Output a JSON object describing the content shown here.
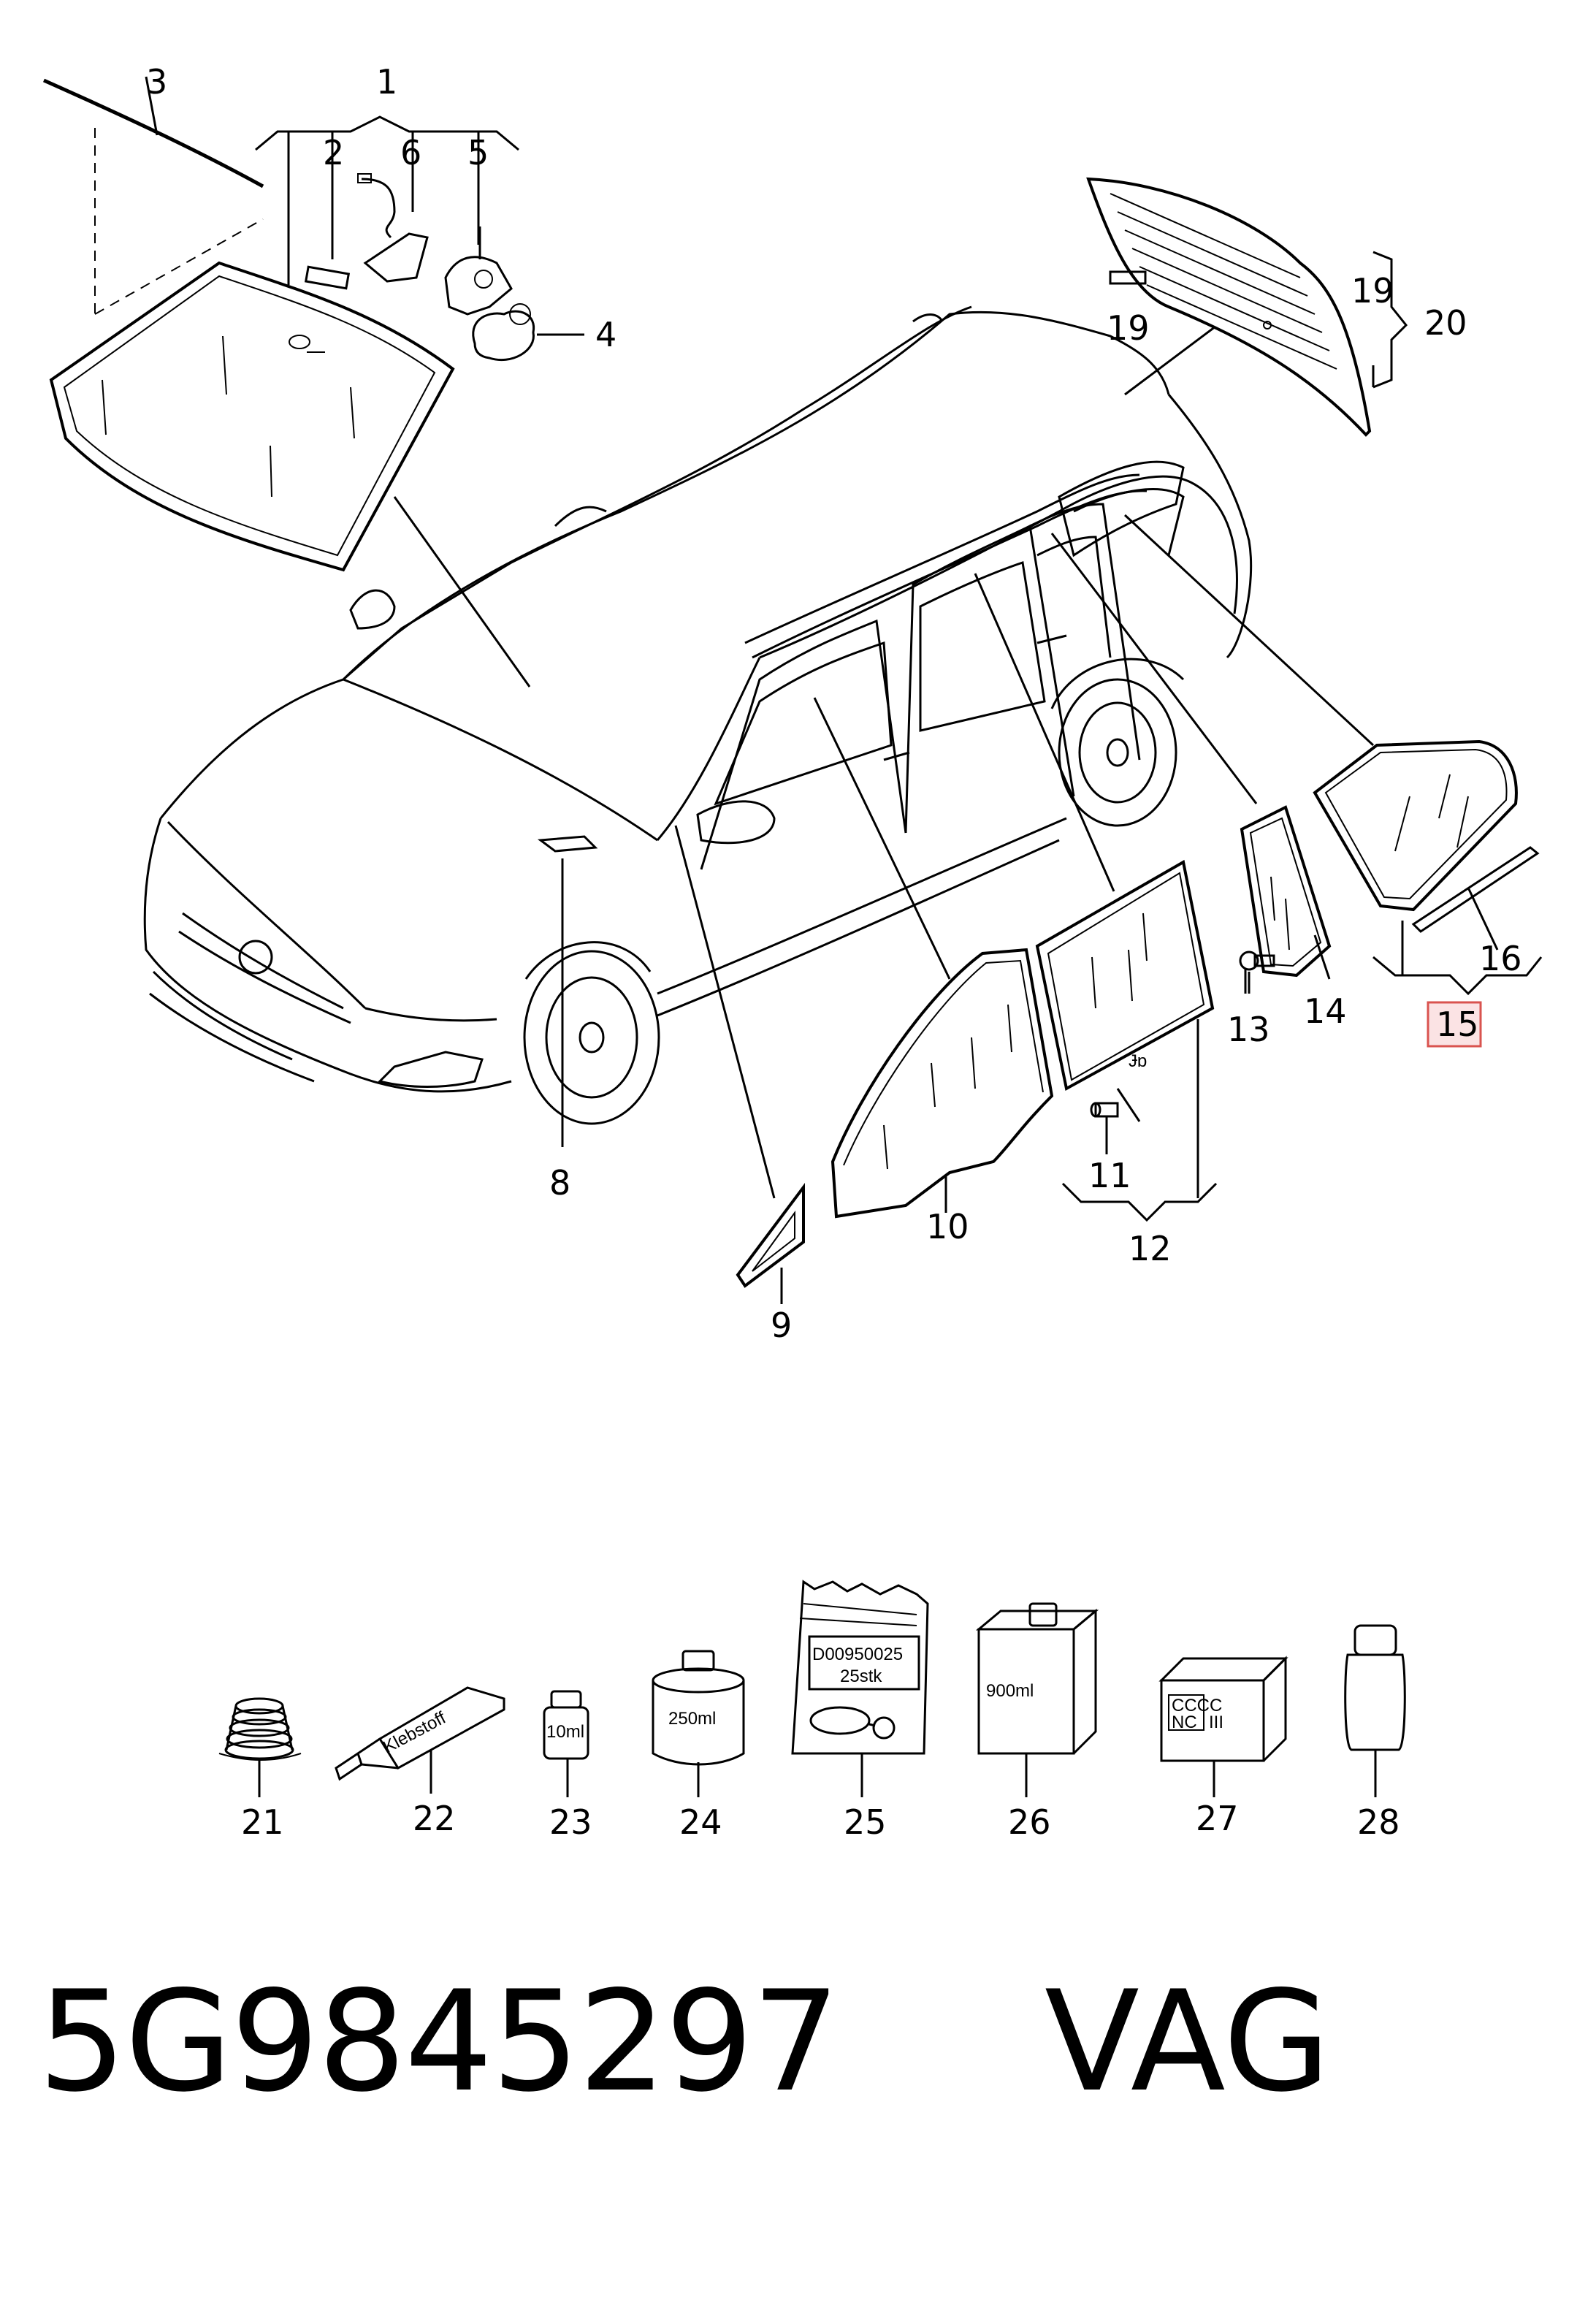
{
  "callouts": {
    "c1": "1",
    "c2": "2",
    "c3": "3",
    "c4": "4",
    "c5": "5",
    "c6": "6",
    "c7": "8",
    "c9": "9",
    "c10": "10",
    "c11": "11",
    "c12": "12",
    "c13": "13",
    "c14": "14",
    "c15": "15",
    "c16": "16",
    "c19a": "19",
    "c19b": "19",
    "c20": "20",
    "c21": "21",
    "c22": "22",
    "c23": "23",
    "c24": "24",
    "c25": "25",
    "c26": "26",
    "c27": "27",
    "c28": "28"
  },
  "highlighted_callout": "15",
  "product_labels": {
    "tube": "Klebstoff",
    "bottle_small": "10ml",
    "can": "250ml",
    "bag_line1": "D00950025",
    "bag_line2": "25stk",
    "box_large": "900ml",
    "box_small_line1": "CCCC",
    "box_small_line2": "NC",
    "box_small_line3": "III",
    "door_mark": "Ɉɒ"
  },
  "footer": {
    "part_number": "5G9845297",
    "brand": "VAG"
  },
  "colors": {
    "highlight_fill": "#fbe3e4",
    "highlight_border": "#d9534f",
    "line": "#000000"
  }
}
